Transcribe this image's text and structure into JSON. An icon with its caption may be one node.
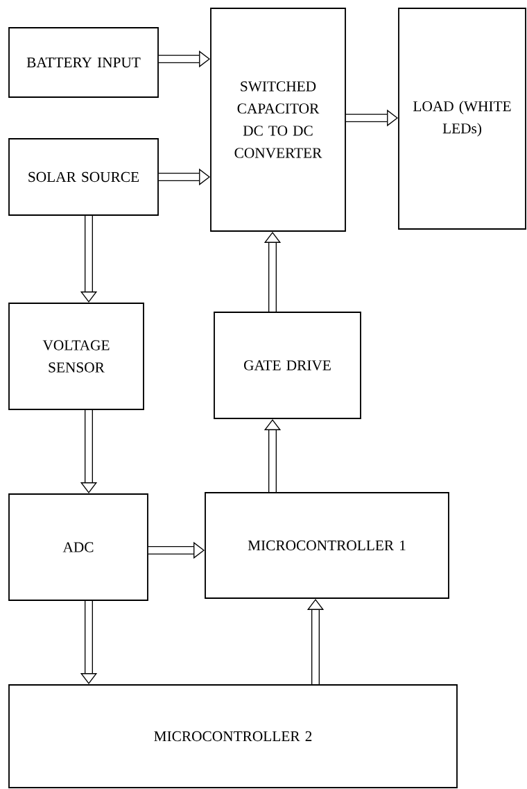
{
  "diagram": {
    "nodes": [
      {
        "text": [
          "BATTERY INPUT"
        ]
      },
      {
        "text": [
          "SOLAR SOURCE"
        ]
      },
      {
        "text": [
          "SWITCHED CAPACITOR DC TO DC CONVERTER"
        ]
      },
      {
        "text": [
          "LOAD (WHITE LEDs)"
        ]
      },
      {
        "text": [
          "VOLTAGE SENSOR"
        ]
      },
      {
        "text": [
          "GATE DRIVE"
        ]
      },
      {
        "text": [
          "ADC"
        ]
      },
      {
        "text": [
          "MICROCONTROLLER 1"
        ]
      },
      {
        "text": [
          "MICROCONTROLLER 2"
        ]
      }
    ],
    "edges": [
      {
        "from": 0,
        "to": 2,
        "arrow": "to"
      },
      {
        "from": 1,
        "to": 2,
        "arrow": "to"
      },
      {
        "from": 2,
        "to": 3,
        "arrow": "to"
      },
      {
        "from": 1,
        "to": 4,
        "arrow": "to"
      },
      {
        "from": 4,
        "to": 6,
        "arrow": "to"
      },
      {
        "from": 6,
        "to": 7,
        "arrow": "to"
      },
      {
        "from": 6,
        "to": 8,
        "arrow": "to"
      },
      {
        "from": 8,
        "to": 7,
        "arrow": "to"
      },
      {
        "from": 7,
        "to": 5,
        "arrow": "to"
      },
      {
        "from": 5,
        "to": 2,
        "arrow": "to"
      }
    ]
  }
}
